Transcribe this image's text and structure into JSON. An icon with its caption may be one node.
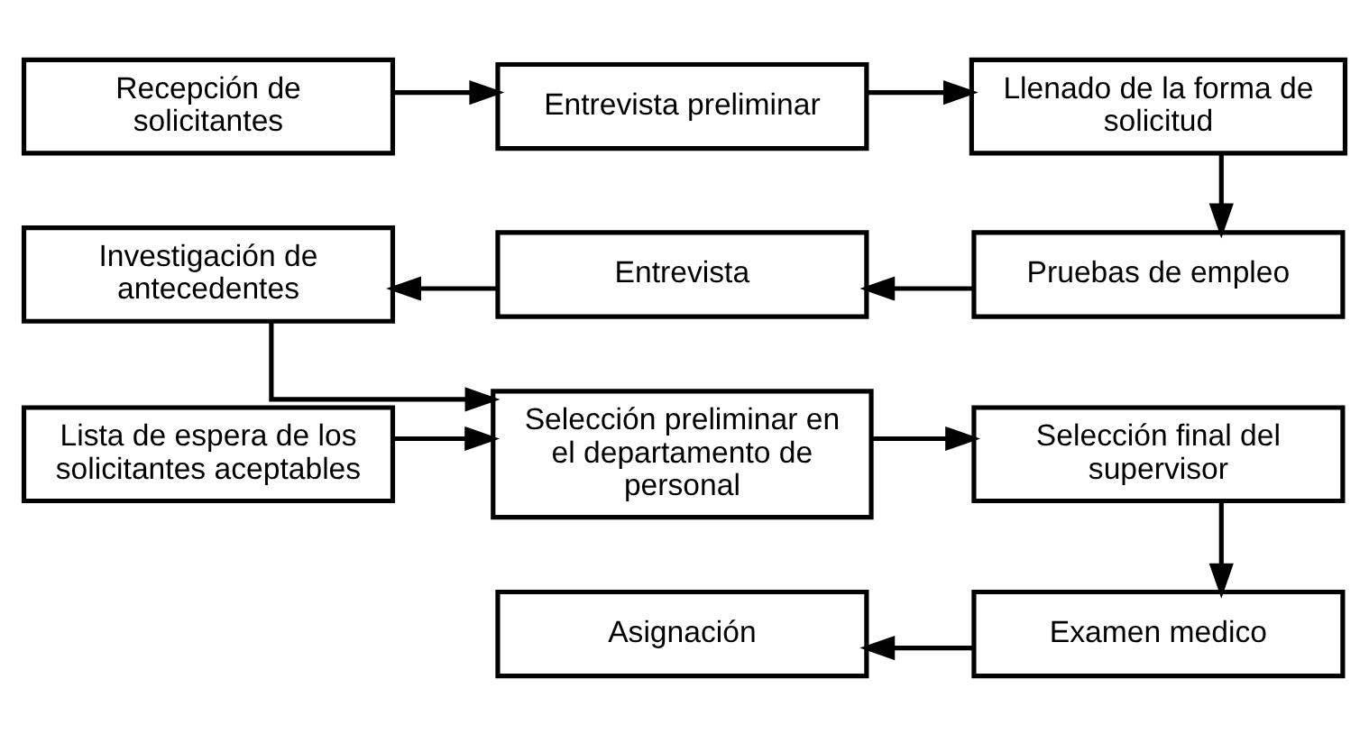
{
  "diagram": {
    "nodes": [
      {
        "text": [
          "Recepción de solicitantes"
        ]
      },
      {
        "text": [
          "Entrevista preliminar"
        ]
      },
      {
        "text": [
          "Llenado de la forma de solicitud"
        ]
      },
      {
        "text": [
          "Pruebas de empleo"
        ]
      },
      {
        "text": [
          "Entrevista"
        ]
      },
      {
        "text": [
          "Investigación de antecedentes"
        ]
      },
      {
        "text": [
          "Lista de espera de los solicitantes aceptables"
        ]
      },
      {
        "text": [
          "Selección preliminar en el departamento de personal"
        ]
      },
      {
        "text": [
          "Selección final del supervisor"
        ]
      },
      {
        "text": [
          "Examen medico"
        ]
      },
      {
        "text": [
          "Asignación"
        ]
      }
    ],
    "edges": [
      {
        "from": 0,
        "to": 1,
        "arrow": "to"
      },
      {
        "from": 1,
        "to": 2,
        "arrow": "to"
      },
      {
        "from": 2,
        "to": 3,
        "arrow": "to"
      },
      {
        "from": 3,
        "to": 4,
        "arrow": "to"
      },
      {
        "from": 4,
        "to": 5,
        "arrow": "to"
      },
      {
        "from": 5,
        "to": 7,
        "arrow": "to"
      },
      {
        "from": 6,
        "to": 7,
        "arrow": "to"
      },
      {
        "from": 7,
        "to": 8,
        "arrow": "to"
      },
      {
        "from": 8,
        "to": 9,
        "arrow": "to"
      },
      {
        "from": 9,
        "to": 10,
        "arrow": "to"
      }
    ]
  }
}
